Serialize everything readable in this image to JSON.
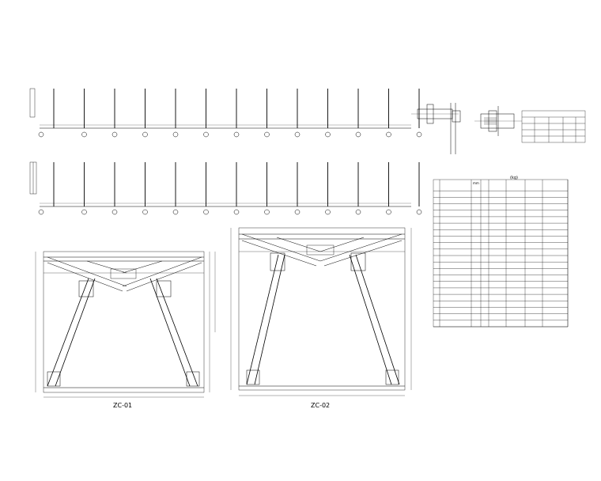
{
  "drawing": {
    "zc01_label": "ZC-01",
    "zc02_label": "ZC-02"
  },
  "table": {
    "header_unit": "mm",
    "header_weight": "(kg)",
    "rows": 22
  },
  "colors": {
    "line": "#000000",
    "background": "#ffffff"
  }
}
